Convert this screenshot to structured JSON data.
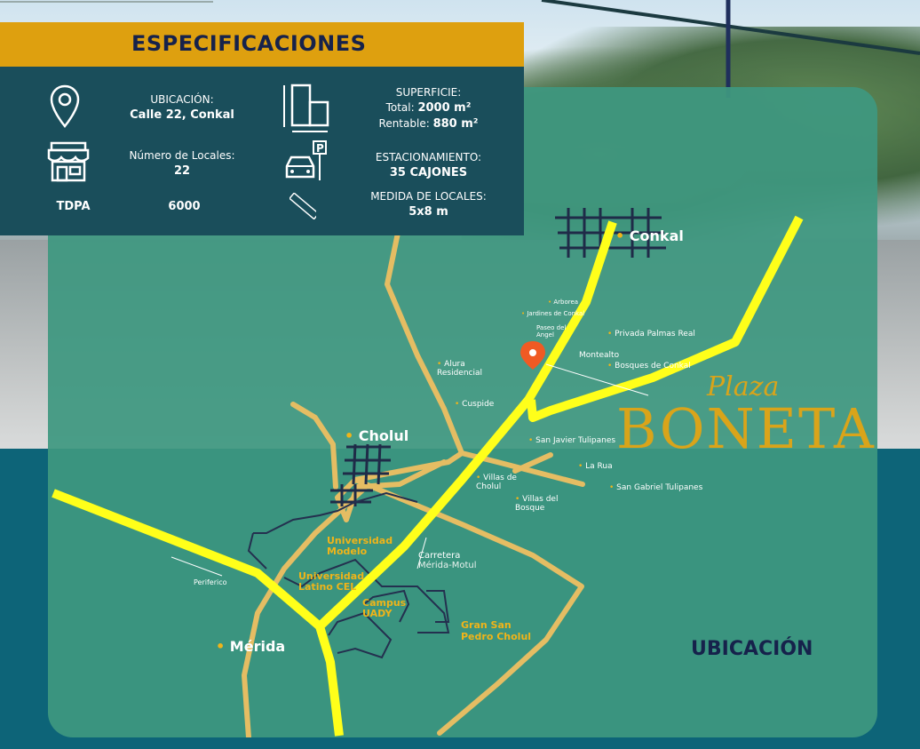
{
  "specs": {
    "title": "ESPECIFICACIONES",
    "ubicacion_label": "UBICACIÓN:",
    "ubicacion_value": "Calle 22, Conkal",
    "locales_label": "Número de Locales:",
    "locales_value": "22",
    "tdpa_label": "TDPA",
    "tdpa_value": "6000",
    "superficie_label": "SUPERFICIE:",
    "superficie_total_label": "Total:",
    "superficie_total_value": "2000 m²",
    "superficie_rentable_label": "Rentable:",
    "superficie_rentable_value": "880 m²",
    "estacionamiento_label": "ESTACIONAMIENTO:",
    "estacionamiento_value": "35 CAJONES",
    "medida_label": "MEDIDA DE LOCALES:",
    "medida_value": "5x8 m"
  },
  "map": {
    "towns": {
      "conkal": "Conkal",
      "cholul": "Cholul",
      "merida": "Mérida"
    },
    "places": {
      "arborea": "Arborea",
      "jardines": "Jardines de Conkal",
      "paseo": "Paseo del\nAngel",
      "privada": "Privada Palmas Real",
      "montealto": "Montealto",
      "bosques": "Bosques de Conkal",
      "alura": "Alura\nResidencial",
      "cuspide": "Cuspide",
      "san_javier": "San Javier Tulipanes",
      "la_rua": "La Rua",
      "san_gabriel": "San Gabriel Tulipanes",
      "villas_cholul": "Villas de\nCholul",
      "villas_bosque": "Villas del\nBosque",
      "uni_modelo": "Universidad\nModelo",
      "uni_latino": "Universidad\nLatino CEL",
      "campus_uady": "Campus\nUADY",
      "gran_san_pedro": "Gran San\nPedro Cholul",
      "carretera": "Carretera",
      "merida_motul": "Mérida-Motul",
      "periferico": "Periferico"
    },
    "brand_script": "Plaza",
    "brand_name": "BONETA",
    "section_title": "UBICACIÓN"
  },
  "colors": {
    "header_gold": "#dea00f",
    "spec_box": "#1a4e5b",
    "map_green": "#3e9880",
    "road_yellow": "#ffff1a",
    "road_tan": "#e5bd63",
    "navy": "#16224b",
    "pin_orange": "#f05a23"
  }
}
